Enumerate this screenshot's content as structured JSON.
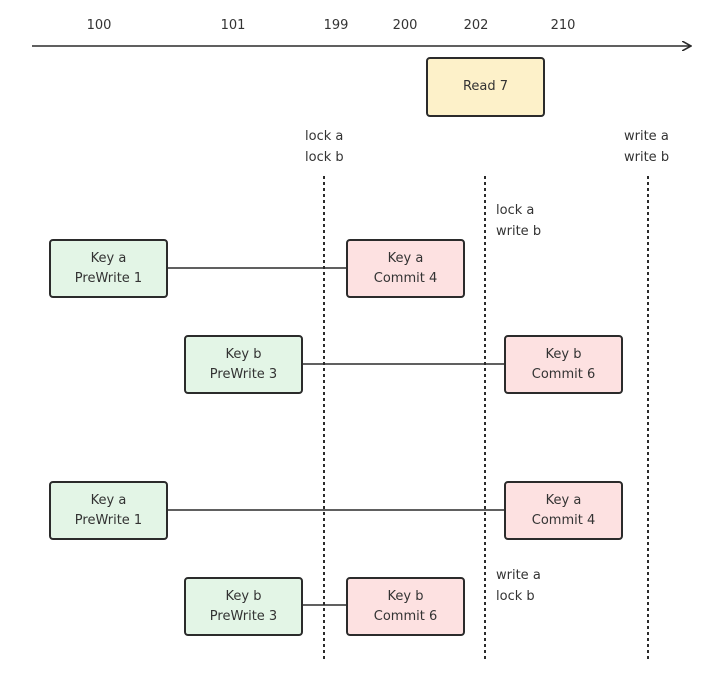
{
  "timeline": {
    "ticks": [
      "100",
      "101",
      "199",
      "200",
      "202",
      "210"
    ]
  },
  "read_box": {
    "label": "Read 7"
  },
  "annotations": {
    "top_left_1": "lock a",
    "top_left_2": "lock b",
    "top_right_1": "write a",
    "top_right_2": "write b",
    "mid_1": "lock a",
    "mid_2": "write b",
    "bottom_1": "write a",
    "bottom_2": "lock b"
  },
  "scenario_1": {
    "prewrite_a": {
      "line1": "Key a",
      "line2": "PreWrite 1"
    },
    "commit_a": {
      "line1": "Key a",
      "line2": "Commit 4"
    },
    "prewrite_b": {
      "line1": "Key b",
      "line2": "PreWrite 3"
    },
    "commit_b": {
      "line1": "Key b",
      "line2": "Commit 6"
    }
  },
  "scenario_2": {
    "prewrite_a": {
      "line1": "Key a",
      "line2": "PreWrite 1"
    },
    "commit_a": {
      "line1": "Key a",
      "line2": "Commit 4"
    },
    "prewrite_b": {
      "line1": "Key b",
      "line2": "PreWrite 3"
    },
    "commit_b": {
      "line1": "Key b",
      "line2": "Commit 6"
    }
  },
  "colors": {
    "read": "#fdf1c9",
    "prewrite": "#e3f5e6",
    "commit": "#fde1e1",
    "stroke": "#2b2b2b"
  }
}
